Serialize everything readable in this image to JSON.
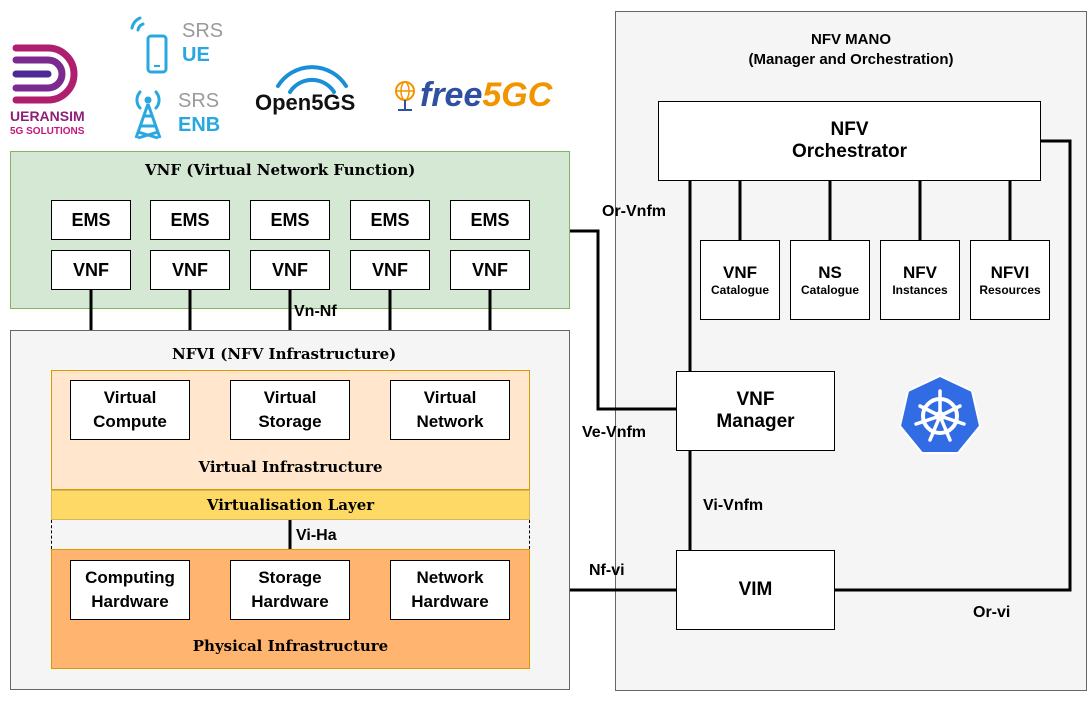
{
  "logos": {
    "ueransim_line1": "UERANSIM",
    "ueransim_line2": "5G SOLUTIONS",
    "srs_ue": "SRS",
    "srs_ue_sub": "UE",
    "srs_enb": "SRS",
    "srs_enb_sub": "ENB",
    "open5gs": "Open5GS",
    "free5gc_a": "free",
    "free5gc_b": "5GC"
  },
  "vnf_region": {
    "title": "VNF (Virtual Network Function)",
    "ems": [
      "EMS",
      "EMS",
      "EMS",
      "EMS",
      "EMS"
    ],
    "vnf": [
      "VNF",
      "VNF",
      "VNF",
      "VNF",
      "VNF"
    ]
  },
  "nfvi_region": {
    "title": "NFVI (NFV Infrastructure)",
    "virtual_boxes": [
      [
        "Virtual",
        "Compute"
      ],
      [
        "Virtual",
        "Storage"
      ],
      [
        "Virtual",
        "Network"
      ]
    ],
    "virtual_infra_label": "Virtual Infrastructure",
    "virtualisation_layer": "Virtualisation Layer",
    "hardware_boxes": [
      [
        "Computing",
        "Hardware"
      ],
      [
        "Storage",
        "Hardware"
      ],
      [
        "Network",
        "Hardware"
      ]
    ],
    "physical_infra_label": "Physical Infrastructure"
  },
  "mano": {
    "title_line1": "NFV MANO",
    "title_line2": "(Manager and Orchestration)",
    "orchestrator": [
      "NFV",
      "Orchestrator"
    ],
    "catalogues": [
      {
        "main": "VNF",
        "sub": "Catalogue"
      },
      {
        "main": "NS",
        "sub": "Catalogue"
      },
      {
        "main": "NFV",
        "sub": "Instances"
      },
      {
        "main": "NFVI",
        "sub": "Resources"
      }
    ],
    "vnf_manager": [
      "VNF",
      "Manager"
    ],
    "vim": "VIM"
  },
  "interfaces": {
    "vn_nf": "Vn-Nf",
    "vi_ha": "Vi-Ha",
    "or_vnfm": "Or-Vnfm",
    "ve_vnfm": "Ve-Vnfm",
    "vi_vnfm": "Vi-Vnfm",
    "nf_vi": "Nf-vi",
    "or_vi": "Or-vi"
  },
  "colors": {
    "vnf_green": "#d5e8d4",
    "virtual_infra": "#ffe6cc",
    "virtualisation_layer": "#ffd966",
    "physical_infra": "#ffb570",
    "kubernetes_blue": "#326ce5",
    "ueransim_purple": "#8e1f76",
    "srs_blue": "#29a8e0",
    "free5gc_orange": "#f29400"
  }
}
